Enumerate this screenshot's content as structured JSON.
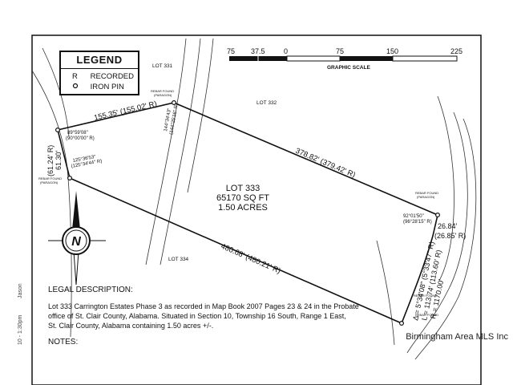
{
  "legend": {
    "title": "LEGEND",
    "items": [
      {
        "symbol": "R",
        "label": "RECORDED"
      },
      {
        "symbol": "iron-pin-icon",
        "label": "IRON PIN"
      }
    ]
  },
  "scale": {
    "ticks": [
      "75",
      "37.5",
      "0",
      "75",
      "150",
      "225"
    ],
    "label": "GRAPHIC SCALE"
  },
  "neighbors": [
    "LOT 331",
    "LOT 332",
    "LOT 334"
  ],
  "lot": {
    "name": "LOT 333",
    "area": "65170 SQ FT",
    "acres": "1.50 ACRES"
  },
  "bearings": {
    "north_line": "155.35' (155.02' R)",
    "northeast_line": "378.82' (379.42' R)",
    "south_line": "480.68' (480.21' R)",
    "west_line_a": "61.30'",
    "west_line_b": "(61.24' R)",
    "east_short_a": "26.84'",
    "east_short_b": "(26.85' R)",
    "angle_west_top_a": "89°59'08\"",
    "angle_west_top_b": "(90°00'00\" R)",
    "angle_west_bottom_a": "125°36'53\"",
    "angle_west_bottom_b": "(125°34'44\" R)",
    "angle_north_a": "144°34'43\"",
    "angle_north_b": "(144°25'16\" R)",
    "angle_east_a": "92°01'50\"",
    "angle_east_b": "(96°28'15\" R)",
    "curve_delta": "Δ = 5°34'08\" (5°33'47\" R)",
    "curve_length": "L = 113.74' (113.60' R)",
    "curve_radius": "R = 1170.00'"
  },
  "rebar": {
    "found": "REBAR FOUND",
    "paragon": "(PARAGON)"
  },
  "compass_letter": "N",
  "legal": {
    "heading": "LEGAL DESCRIPTION:",
    "line1": "Lot 333 Carrington Estates Phase 3  as recorded in Map Book 2007 Pages 23 & 24 in the Probate",
    "line2": "office of St. Clair County, Alabama.  Situated in Section 10, Township 16 South, Range 1 East,",
    "line3": "St. Clair County, Alabama containing 1.50 acres +/-.",
    "notes": "NOTES:"
  },
  "margin": {
    "name": "Jason",
    "time": "10 - 1:30pm"
  },
  "watermark": "Birmingham Area MLS Inc"
}
